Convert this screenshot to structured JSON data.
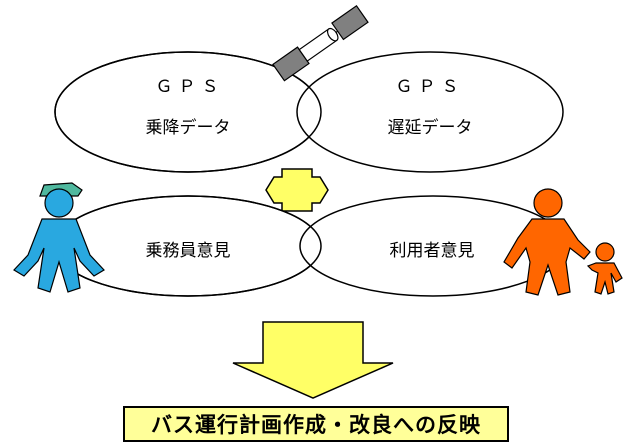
{
  "ellipses": {
    "gps_boarding": {
      "line1": "ＧＰＳ",
      "line2": "乗降データ"
    },
    "gps_delay": {
      "line1": "ＧＰＳ",
      "line2": "遅延データ"
    },
    "crew_opinion": {
      "label": "乗務員意見"
    },
    "user_opinion": {
      "label": "利用者意見"
    }
  },
  "result": {
    "label": "バス運行計画作成・改良への反映"
  },
  "colors": {
    "arrow_fill": "#ffff66",
    "result_fill": "#ffff99",
    "crew_figure": "#29a8e0",
    "crew_cap": "#4fb89e",
    "user_figure": "#ff6600",
    "satellite_body": "#808080"
  },
  "icons": [
    "satellite-icon",
    "crew-member-icon",
    "parent-child-icon",
    "double-arrow-icon",
    "down-arrow-icon"
  ]
}
